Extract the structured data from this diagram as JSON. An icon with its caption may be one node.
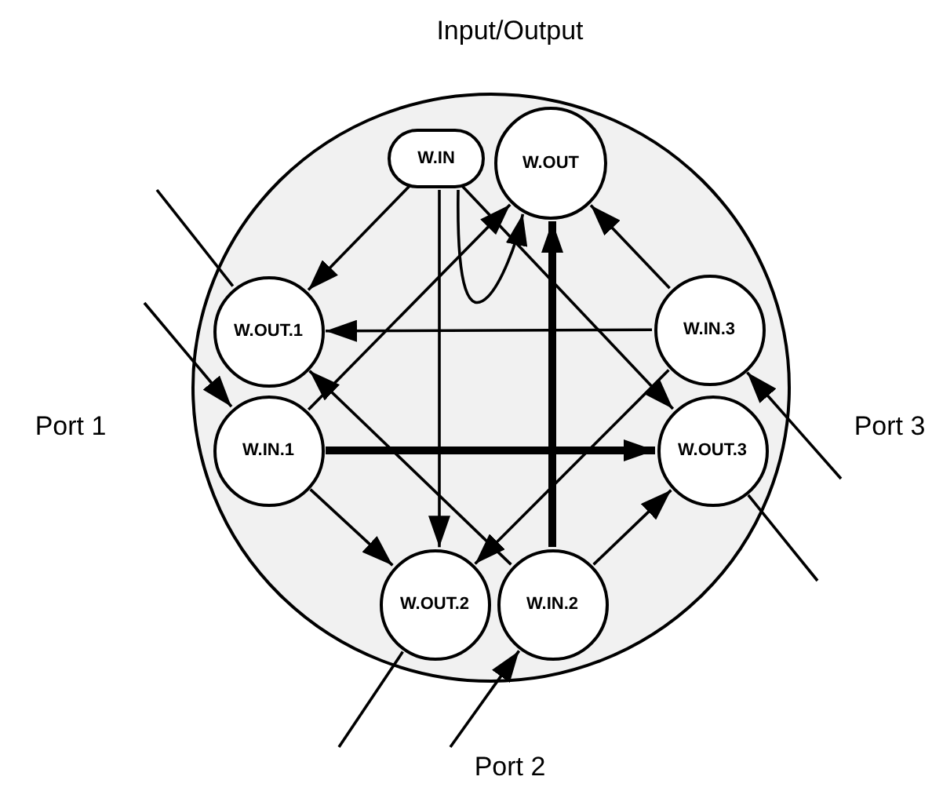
{
  "diagram": {
    "nodes": [
      {
        "text": [],
        "shape": "circle"
      },
      {
        "text": [
          "W.IN"
        ],
        "in": 0
      },
      {
        "text": [
          "W.OUT"
        ],
        "in": 0
      },
      {
        "text": [
          "W.OUT.1"
        ],
        "in": 0
      },
      {
        "text": [
          "W.IN.3"
        ],
        "in": 0
      },
      {
        "text": [
          "W.IN.1"
        ],
        "in": 0
      },
      {
        "text": [
          "W.OUT.3"
        ],
        "in": 0
      },
      {
        "text": [
          "W.OUT.2"
        ],
        "in": 0
      },
      {
        "text": [
          "W.IN.2"
        ],
        "in": 0
      }
    ],
    "edges": [
      {
        "from": 1,
        "to": 3,
        "arrow": "to"
      },
      {
        "from": 1,
        "to": 2,
        "arrow": "to"
      },
      {
        "from": 1,
        "to": 7,
        "arrow": "to"
      },
      {
        "from": 1,
        "to": 6,
        "arrow": "to"
      },
      {
        "from": 5,
        "to": 2,
        "arrow": "to"
      },
      {
        "from": 4,
        "to": 3,
        "arrow": "to"
      },
      {
        "from": 4,
        "to": 2,
        "arrow": "to"
      },
      {
        "from": 4,
        "to": 7,
        "arrow": "to"
      },
      {
        "from": 5,
        "to": 6,
        "arrow": "to",
        "style": "thick"
      },
      {
        "from": 5,
        "to": 7,
        "arrow": "to"
      },
      {
        "from": 8,
        "to": 3,
        "arrow": "to"
      },
      {
        "from": 8,
        "to": 2,
        "arrow": "to",
        "style": "thick"
      },
      {
        "from": 8,
        "to": 6,
        "arrow": "to"
      },
      {
        "from": null,
        "to": 5,
        "arrow": "to"
      },
      {
        "from": 3,
        "to": null,
        "arrow": "none"
      },
      {
        "from": 7,
        "to": null,
        "arrow": "none"
      },
      {
        "from": null,
        "to": 8,
        "arrow": "to"
      },
      {
        "from": null,
        "to": 4,
        "arrow": "to"
      },
      {
        "from": 6,
        "to": null,
        "arrow": "none"
      }
    ],
    "labels": [
      "Input/Output",
      "Port 1",
      "Port 3",
      "Port 2"
    ]
  }
}
